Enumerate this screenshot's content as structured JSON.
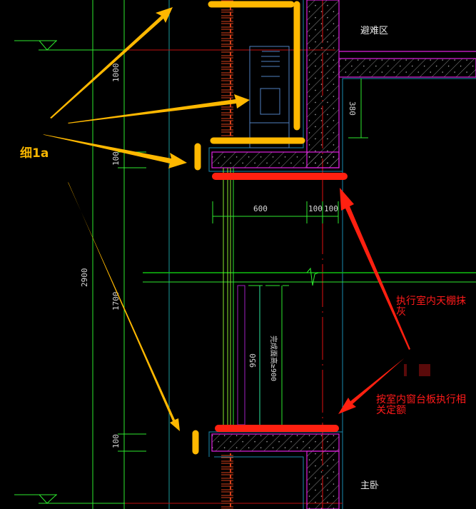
{
  "drawing": {
    "callout_label": "细1a",
    "rooms": {
      "top": "避难区",
      "bottom": "主卧"
    },
    "dimensions": {
      "left_1000": "1000",
      "left_100_top": "100",
      "left_2900": "2900",
      "left_1700": "1700",
      "left_100_bottom": "100",
      "sill_950": "950",
      "sill_note": "完成面高≥900",
      "right_380": "380",
      "bottom_600": "600",
      "bottom_100a": "100",
      "bottom_100b": "100"
    },
    "notes": {
      "ceiling": "执行室内天棚抹灰",
      "sill": "按室内窗台板执行相关定额"
    },
    "colors": {
      "highlight_yellow": "#ffb800",
      "highlight_red": "#ff2010",
      "wall": "#e020e0",
      "dim_line": "#00e000"
    }
  }
}
